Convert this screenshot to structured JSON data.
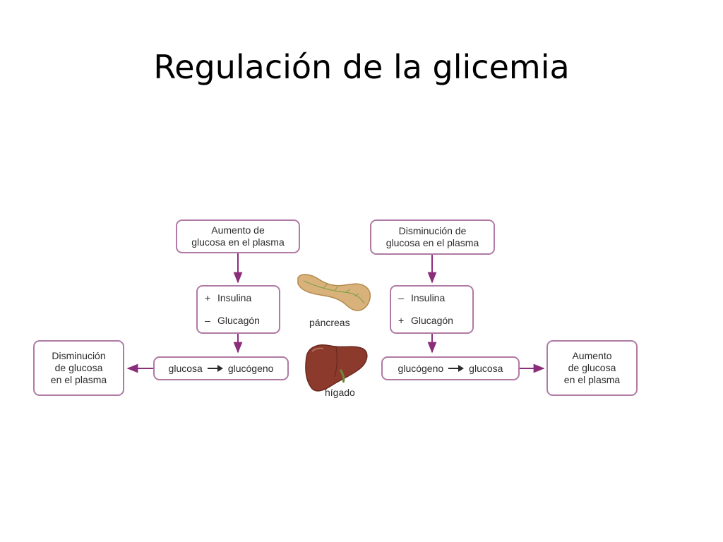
{
  "title": "Regulación de la glicemia",
  "colors": {
    "border": "#b07aa5",
    "arrow": "#8a2d7a",
    "liver": "#8b3a2c",
    "pancreas": "#d8b27a"
  },
  "left_pathway": {
    "stimulus": [
      "Aumento de",
      "glucosa en el plasma"
    ],
    "hormones": [
      {
        "sign": "+",
        "name": "Insulina"
      },
      {
        "sign": "–",
        "name": "Glucagón"
      }
    ],
    "reaction": {
      "from": "glucosa",
      "to": "glucógeno"
    },
    "result": [
      "Disminución",
      "de glucosa",
      "en el plasma"
    ]
  },
  "right_pathway": {
    "stimulus": [
      "Disminución de",
      "glucosa en el plasma"
    ],
    "hormones": [
      {
        "sign": "–",
        "name": "Insulina"
      },
      {
        "sign": "+",
        "name": "Glucagón"
      }
    ],
    "reaction": {
      "from": "glucógeno",
      "to": "glucosa"
    },
    "result": [
      "Aumento",
      "de glucosa",
      "en el plasma"
    ]
  },
  "organs": {
    "pancreas_label": "páncreas",
    "liver_label": "hígado",
    "pancreas_icon": "pancreas-icon",
    "liver_icon": "liver-icon"
  }
}
